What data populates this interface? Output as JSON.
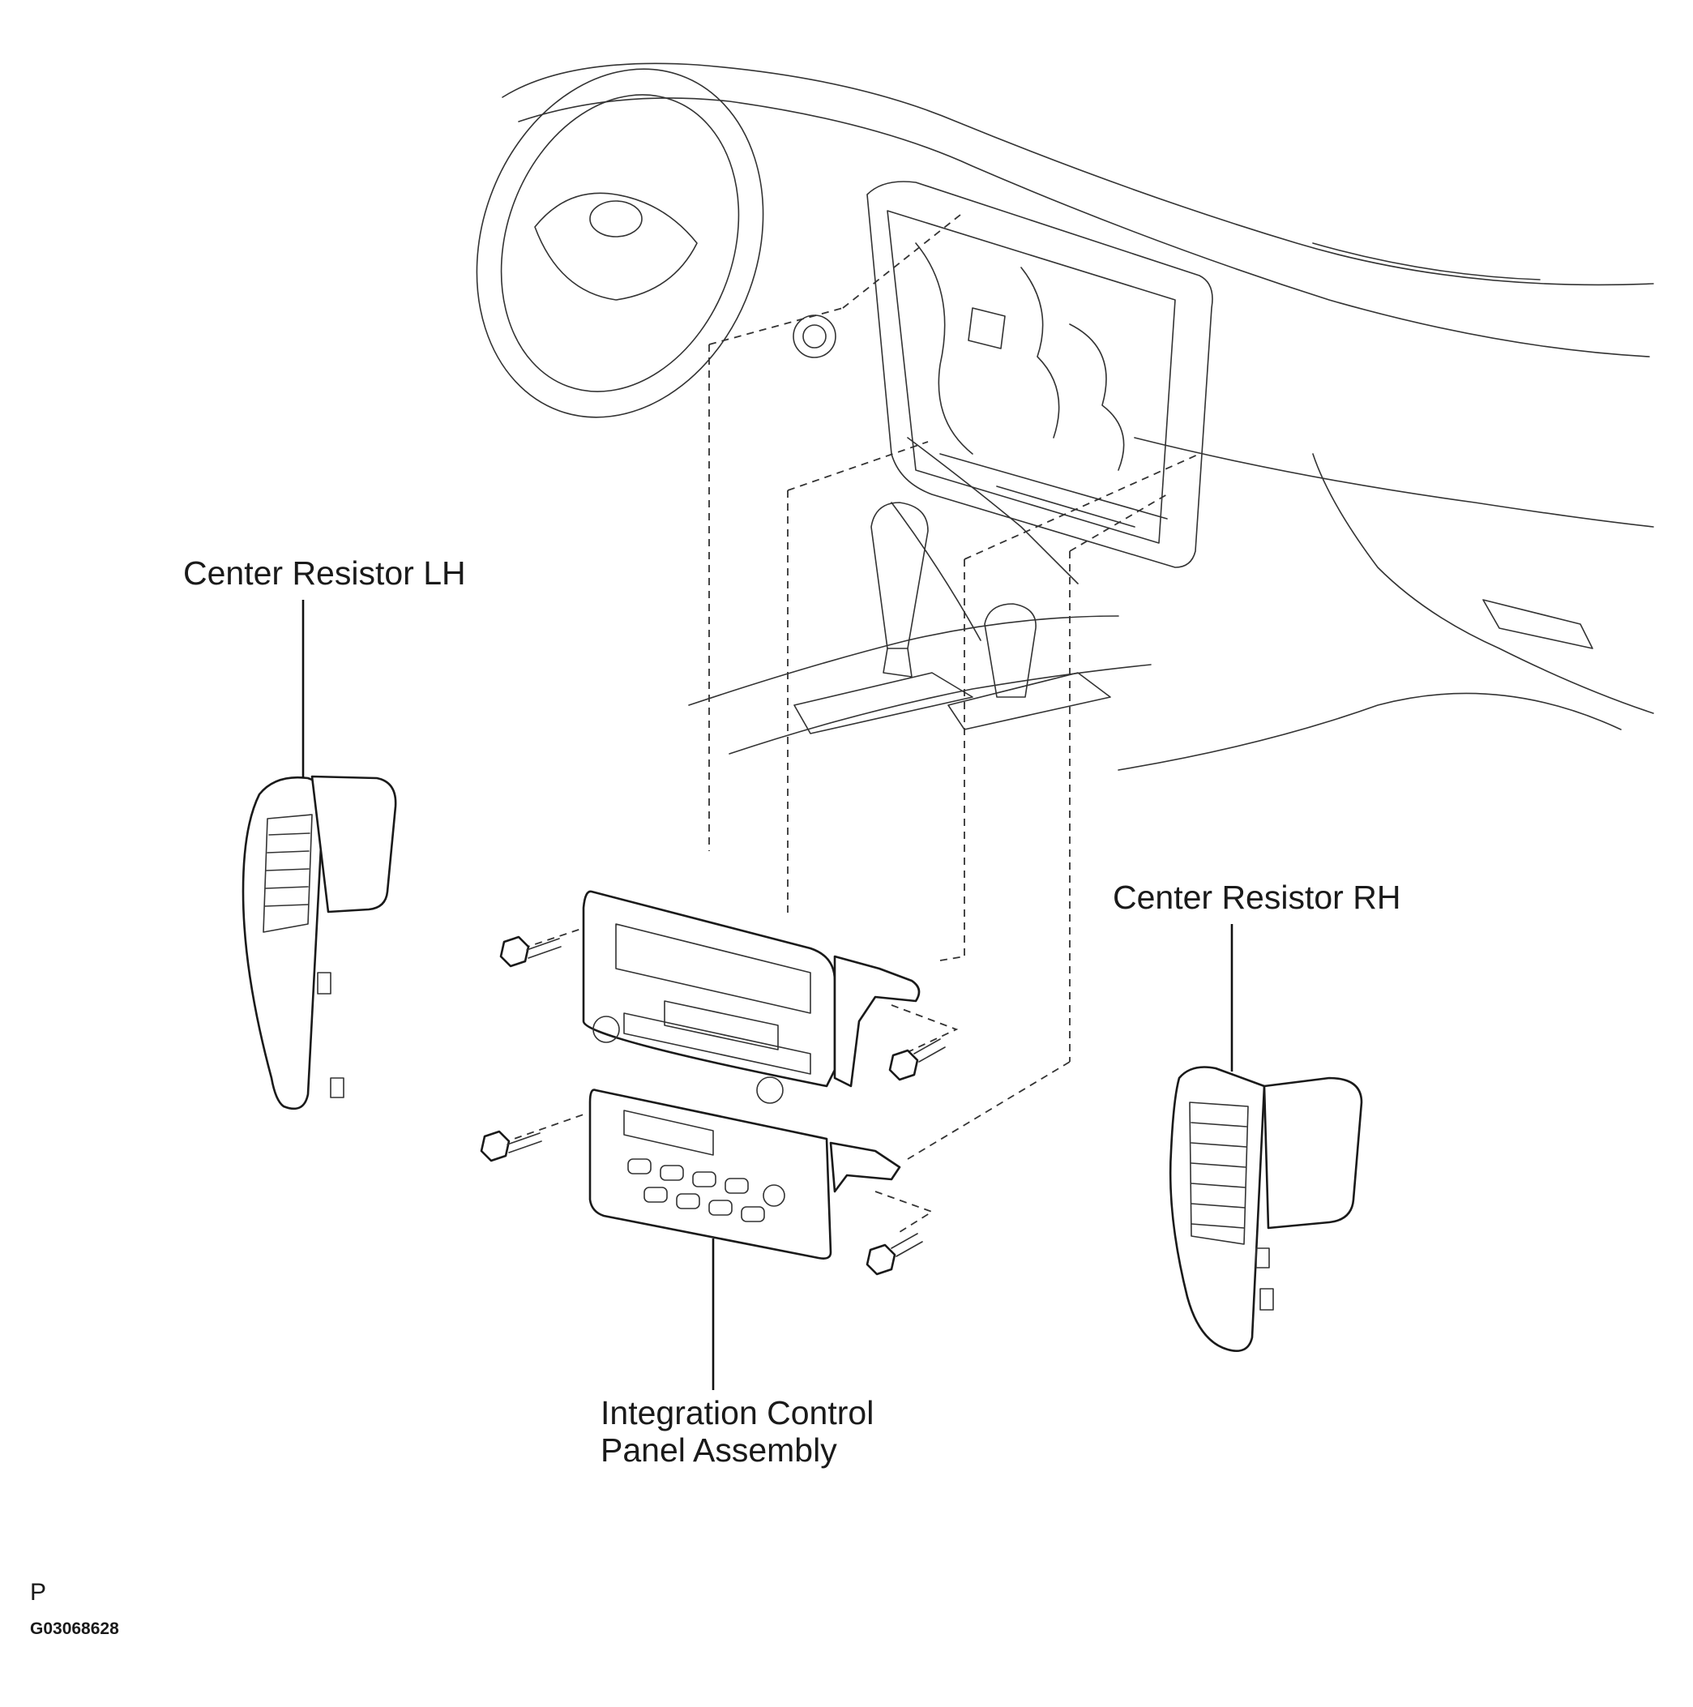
{
  "labels": {
    "center_resistor_lh": "Center Resistor LH",
    "center_resistor_rh": "Center Resistor RH",
    "panel_line1": "Integration Control",
    "panel_line2": "Panel Assembly"
  },
  "footer": {
    "section_mark": "P",
    "figure_code": "G03068628"
  }
}
